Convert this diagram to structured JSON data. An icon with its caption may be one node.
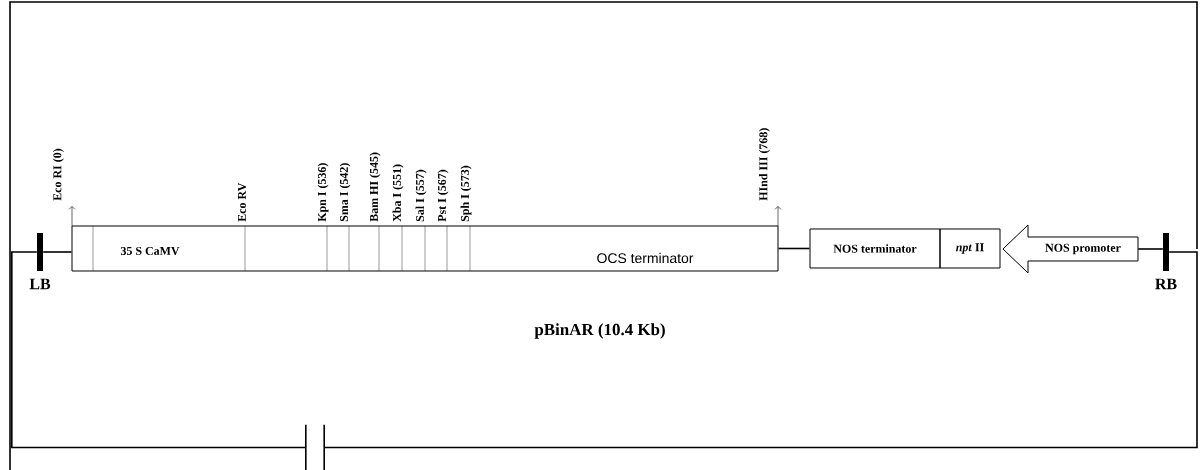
{
  "diagram": {
    "nodes": [
      {
        "text": [
          "LB"
        ]
      },
      {
        "text": [
          "35 S CaMV",
          "OCS terminator"
        ],
        "beside": [
          "Eco RI (0)",
          "Eco RV",
          "Kpn I (536)",
          "Sma I (542)",
          "Bam HI (545)",
          "Xba I (551)",
          "Sal I (557)",
          "Pst I (567)",
          "Sph I (573)",
          "HInd III (768)"
        ]
      },
      {
        "text": [
          "NOS terminator"
        ]
      },
      {
        "text": [
          "*npt* II"
        ]
      },
      {
        "text": [
          "NOS promoter"
        ]
      },
      {
        "text": [
          "RB"
        ]
      },
      {
        "text": [],
        "shape": "bar"
      }
    ],
    "edges": [
      {
        "from": 0,
        "to": 1,
        "arrow": "none"
      },
      {
        "from": 1,
        "to": 2,
        "arrow": "none"
      },
      {
        "from": 4,
        "to": 5,
        "arrow": "none"
      },
      {
        "from": 0,
        "to": 6,
        "arrow": "none"
      },
      {
        "from": 6,
        "to": 5,
        "arrow": "none"
      }
    ],
    "labels": [
      "pBinAR (10.4 Kb)"
    ]
  }
}
